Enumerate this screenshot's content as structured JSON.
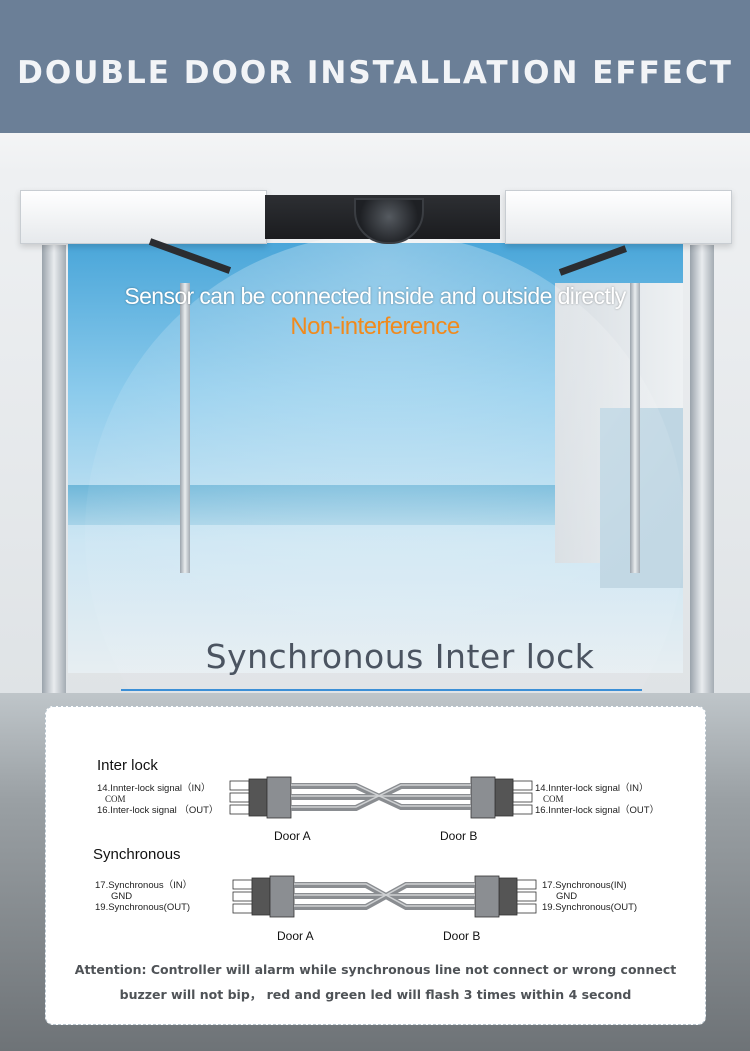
{
  "header": {
    "title": "DOUBLE DOOR INSTALLATION EFFECT"
  },
  "scene": {
    "line1": "Sensor can be connected inside and outside directly",
    "line2": "Non-interference"
  },
  "section_title": "Synchronous  Inter lock",
  "interlock": {
    "title": "Inter lock",
    "left_signals": [
      "14.Innter-lock signal（IN）",
      "COM",
      "16.Inter-lock signal （OUT）"
    ],
    "right_signals": [
      "14.Innter-lock signal（IN）",
      "COM",
      "16.Innter-lock signal（OUT）"
    ],
    "door_a": "Door A",
    "door_b": "Door B"
  },
  "synchronous": {
    "title": "Synchronous",
    "left_signals": [
      "17.Synchronous（IN）",
      "GND",
      "19.Synchronous(OUT)"
    ],
    "right_signals": [
      "17.Synchronous(IN)",
      "GND",
      "19.Synchronous(OUT)"
    ],
    "door_a": "Door A",
    "door_b": "Door B"
  },
  "attention": {
    "line1": "Attention:  Controller will alarm while synchronous line not connect or wrong connect",
    "line2": "buzzer will not bip， red and green led will flash 3 times within 4 second"
  },
  "colors": {
    "header_bg": "#6b7f97",
    "accent_orange": "#f08a1d",
    "accent_blue": "#3c8fd6",
    "wire_gray": "#8a8d91"
  }
}
